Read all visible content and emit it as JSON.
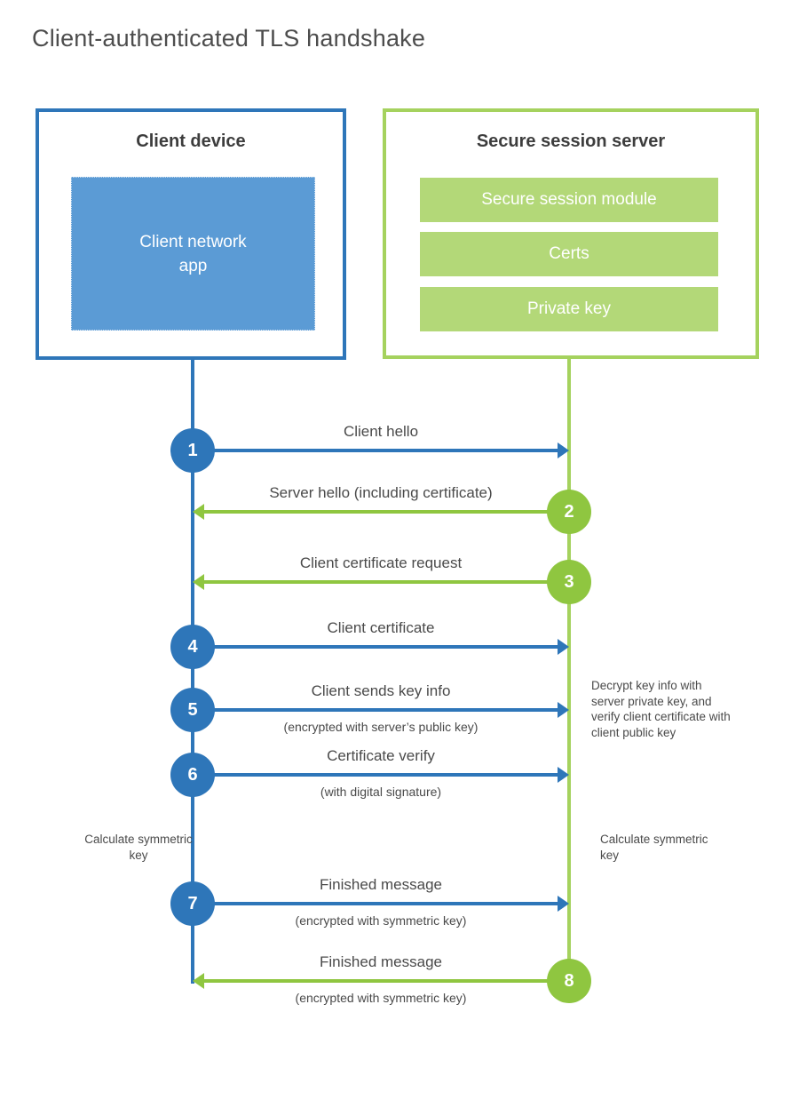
{
  "title": "Client-authenticated TLS handshake",
  "colors": {
    "blue": "#2e76b9",
    "blue_fill": "#5b9bd5",
    "green": "#8fc640",
    "green_border": "#a5d25e",
    "green_fill": "#b3d878",
    "text": "#4a4a4a"
  },
  "client": {
    "heading": "Client device",
    "app_label": "Client network app"
  },
  "server": {
    "heading": "Secure session server",
    "modules": [
      "Secure session module",
      "Certs",
      "Private key"
    ]
  },
  "messages": [
    {
      "step": "1",
      "label": "Client hello",
      "sublabel": "",
      "direction": "right",
      "color": "blue"
    },
    {
      "step": "2",
      "label": "Server hello (including certificate)",
      "sublabel": "",
      "direction": "left",
      "color": "green"
    },
    {
      "step": "3",
      "label": "Client certificate request",
      "sublabel": "",
      "direction": "left",
      "color": "green"
    },
    {
      "step": "4",
      "label": "Client certificate",
      "sublabel": "",
      "direction": "right",
      "color": "blue"
    },
    {
      "step": "5",
      "label": "Client sends key info",
      "sublabel": "(encrypted with server’s public key)",
      "direction": "right",
      "color": "blue"
    },
    {
      "step": "6",
      "label": "Certificate verify",
      "sublabel": "(with digital signature)",
      "direction": "right",
      "color": "blue"
    },
    {
      "step": "7",
      "label": "Finished message",
      "sublabel": "(encrypted with symmetric key)",
      "direction": "right",
      "color": "blue"
    },
    {
      "step": "8",
      "label": "Finished message",
      "sublabel": "(encrypted with symmetric key)",
      "direction": "left",
      "color": "green"
    }
  ],
  "notes": {
    "decrypt": "Decrypt key info with server private key, and verify client certificate with client public key",
    "calc_left": "Calculate symmetric key",
    "calc_right": "Calculate symmetric key"
  }
}
